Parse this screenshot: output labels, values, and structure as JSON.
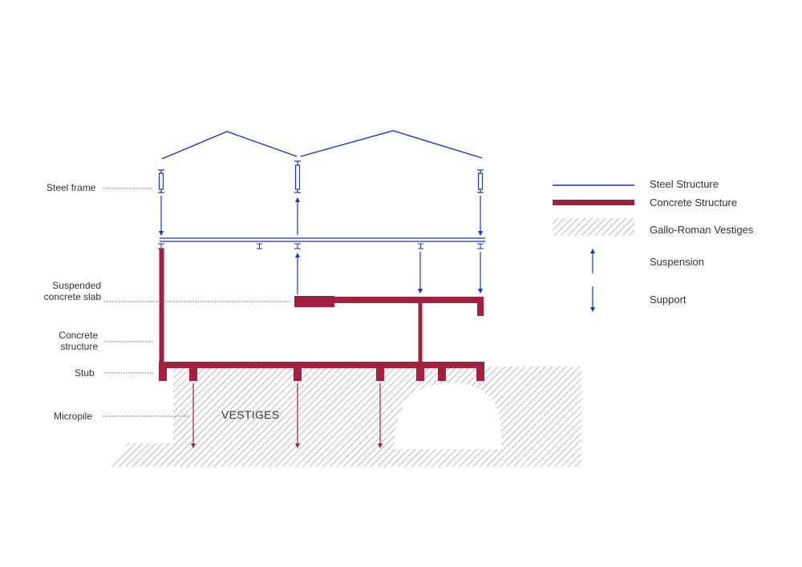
{
  "labels": {
    "steel_frame": "Steel frame",
    "suspended_slab_line1": "Suspended",
    "suspended_slab_line2": "concrete slab",
    "concrete_structure_line1": "Concrete",
    "concrete_structure_line2": "structure",
    "stub": "Stub",
    "micropile": "Micropile",
    "vestiges": "VESTIGES"
  },
  "legend": {
    "steel": "Steel Structure",
    "concrete": "Concrete Structure",
    "vestiges": "Gallo-Roman Vestiges",
    "suspension": "Suspension",
    "support": "Support"
  },
  "colors": {
    "steel": "#1a2fd6",
    "concrete": "#a3213f",
    "hatch": "#999999",
    "leader": "#555555"
  }
}
